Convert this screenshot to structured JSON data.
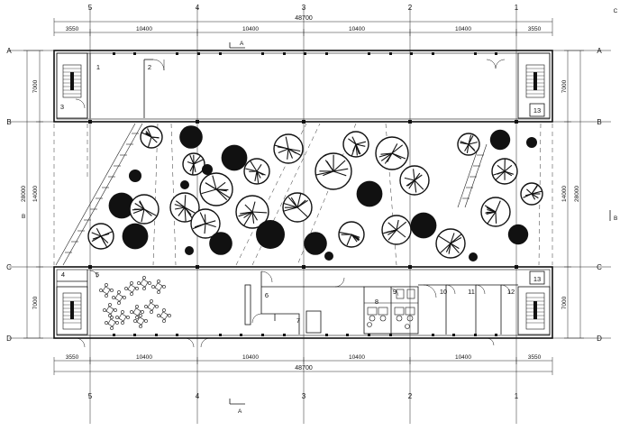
{
  "axes": {
    "columns": [
      "5",
      "4",
      "3",
      "2",
      "1"
    ],
    "rows": [
      "A",
      "B",
      "C",
      "D"
    ]
  },
  "dimensions": {
    "overall": "48700",
    "top_segments": [
      "3550",
      "10400",
      "10400",
      "10400",
      "10400",
      "3550"
    ],
    "bottom_segments": [
      "3550",
      "10400",
      "10400",
      "10400",
      "10400",
      "3550"
    ],
    "left_segments": [
      "7000",
      "14000",
      "7000"
    ],
    "left_total": "28000",
    "right_segments": [
      "7000",
      "14000",
      "7000"
    ],
    "right_total": "28000"
  },
  "section_markers": {
    "top": "A",
    "bottom": "A",
    "left": "B",
    "right": "B"
  },
  "corner_mark": "C",
  "rooms": [
    {
      "id": "r1",
      "label": "1"
    },
    {
      "id": "r2",
      "label": "2"
    },
    {
      "id": "r3",
      "label": "3"
    },
    {
      "id": "r4",
      "label": "4"
    },
    {
      "id": "r5",
      "label": "5"
    },
    {
      "id": "r6",
      "label": "6"
    },
    {
      "id": "r7",
      "label": "7"
    },
    {
      "id": "r8",
      "label": "8"
    },
    {
      "id": "r9",
      "label": "9"
    },
    {
      "id": "r10",
      "label": "10"
    },
    {
      "id": "r11",
      "label": "11"
    },
    {
      "id": "r12",
      "label": "12"
    },
    {
      "id": "r13a",
      "label": "13"
    },
    {
      "id": "r13b",
      "label": "13"
    }
  ]
}
